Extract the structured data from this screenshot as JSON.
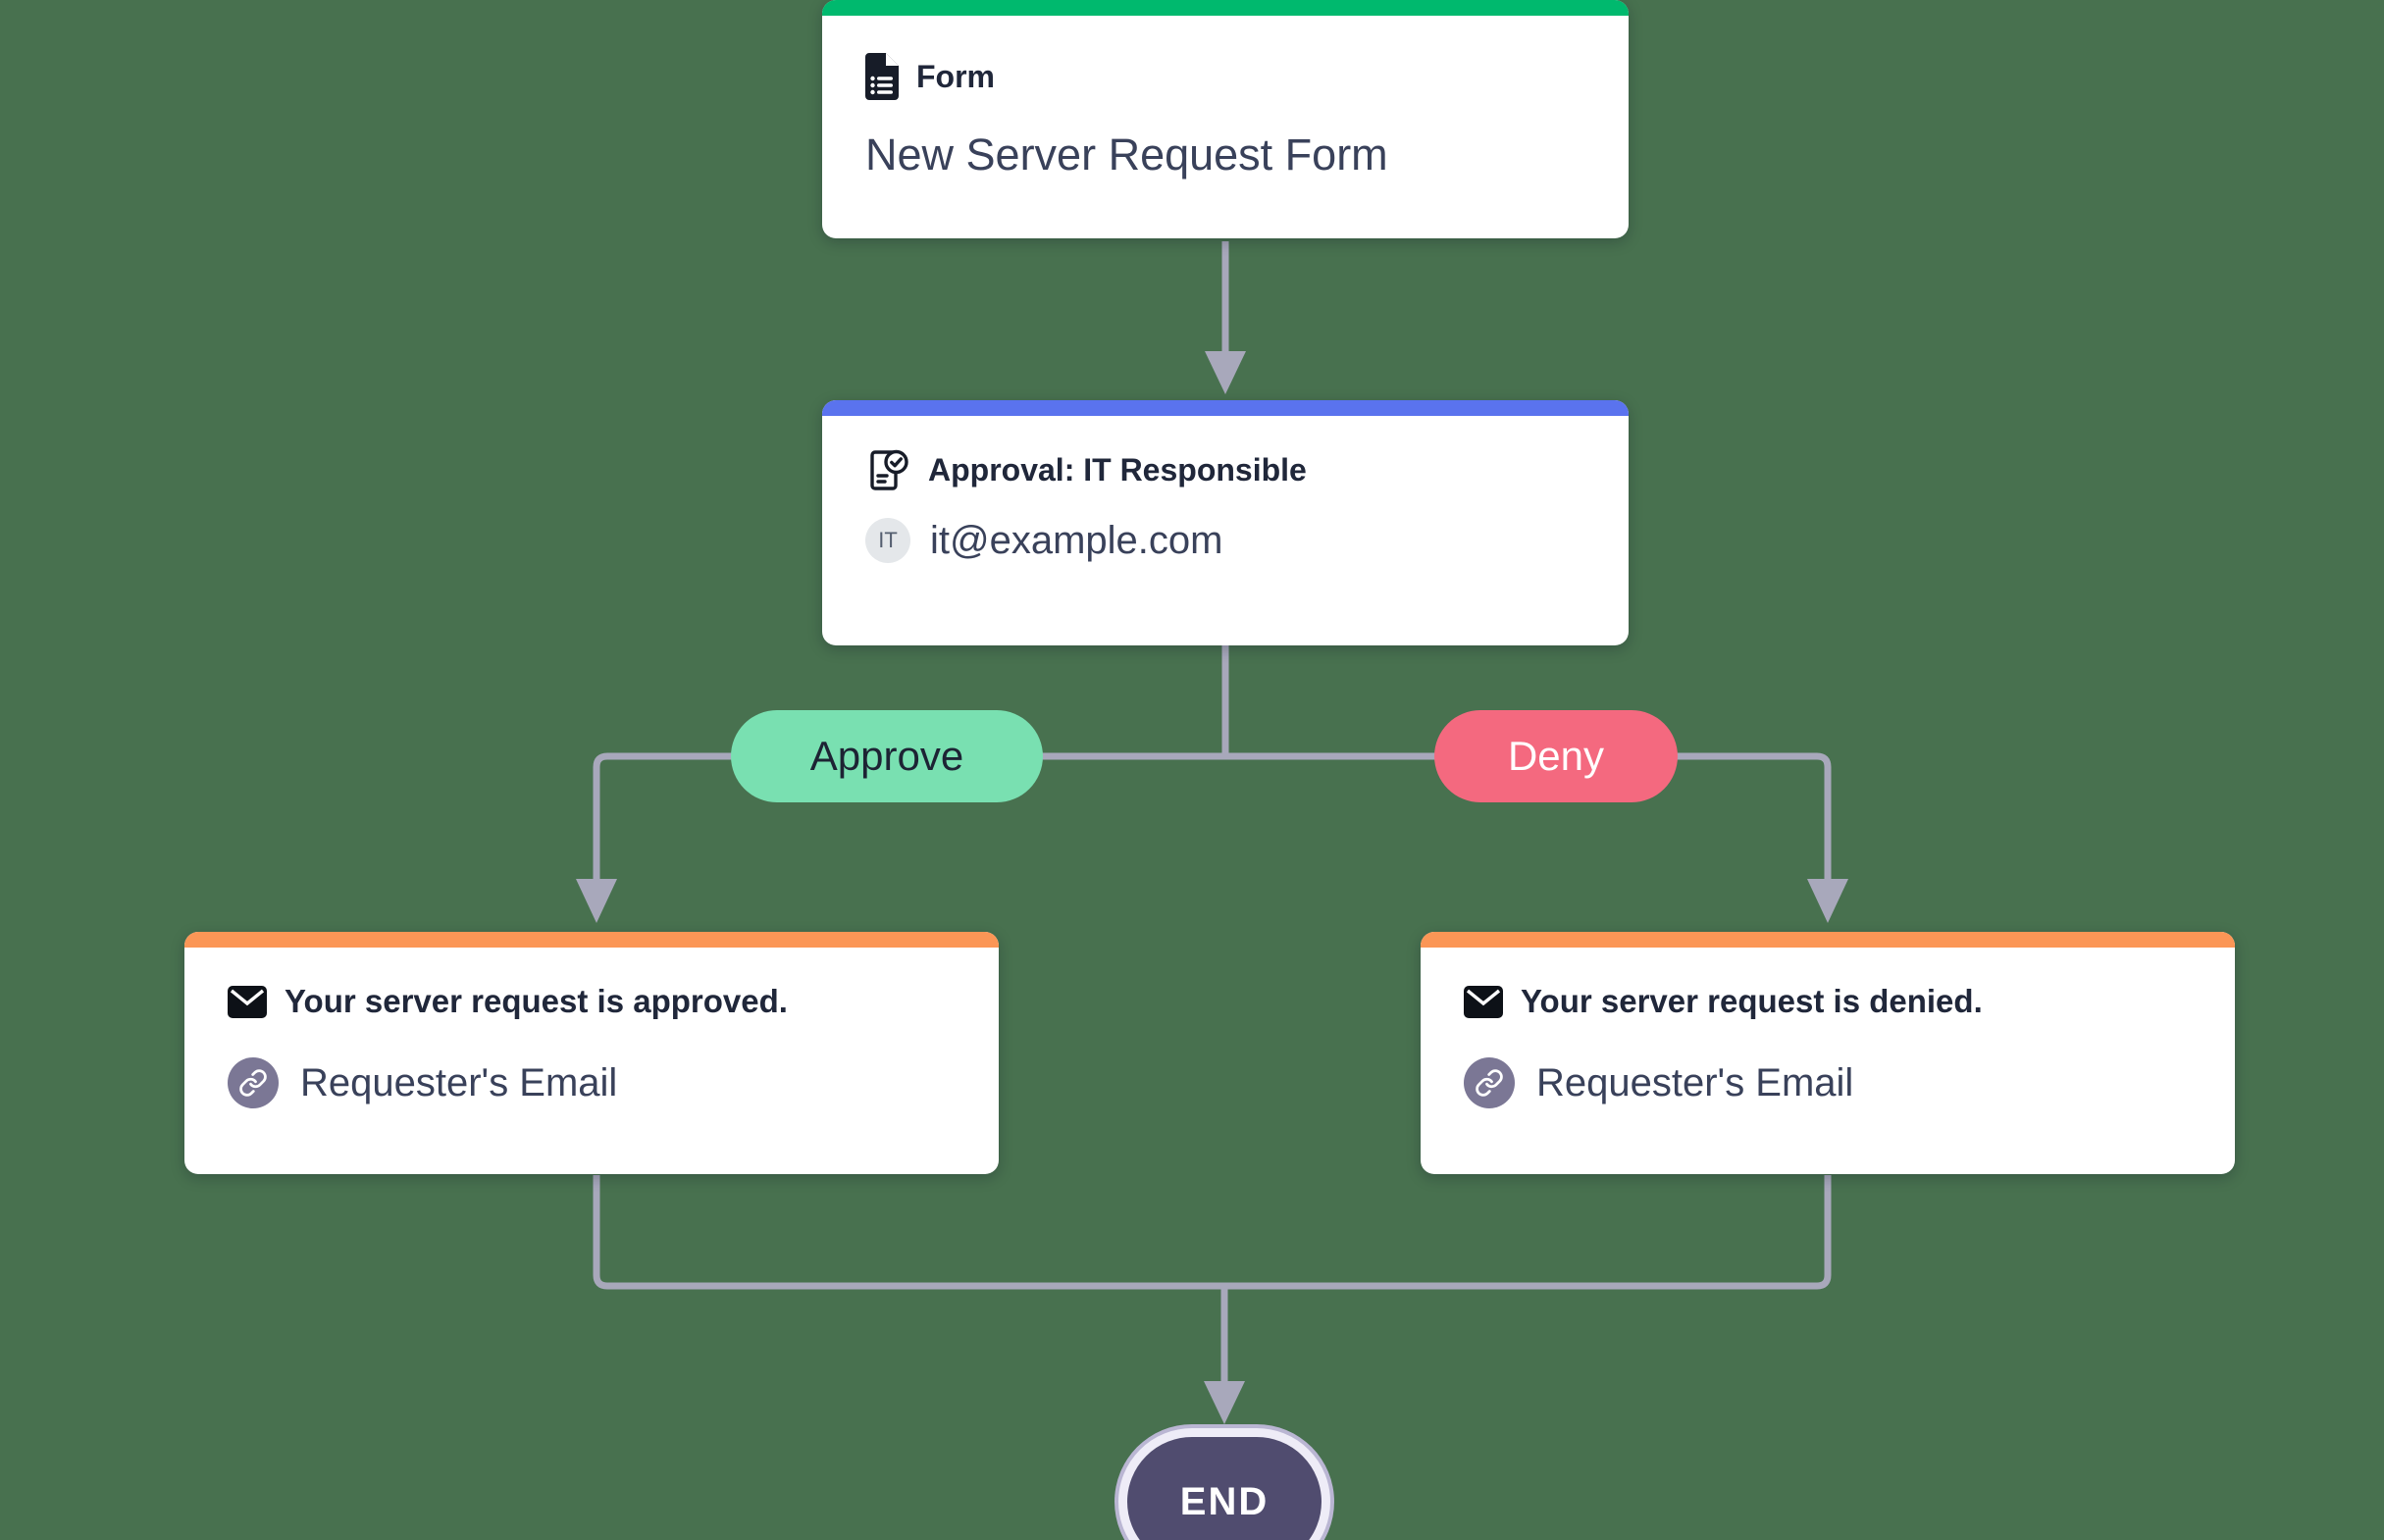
{
  "colors": {
    "background": "#48714f",
    "connector": "#a8a8bb",
    "form_accent": "#00b96e",
    "approval_accent": "#5a73ee",
    "email_accent": "#fb9656",
    "approve_pill": "#79e0b1",
    "approve_text": "#1d2334",
    "deny_pill": "#f4697f",
    "deny_text": "#ffffff",
    "end_fill": "#504c6f",
    "card_title": "#20273a",
    "card_text": "#39415a"
  },
  "nodes": {
    "form": {
      "type_label": "Form",
      "title": "New Server Request Form",
      "icon": "document-icon"
    },
    "approval": {
      "title": "Approval: IT Responsible",
      "avatar_initials": "IT",
      "assignee_email": "it@example.com",
      "icon": "approval-check-icon"
    },
    "email_approved": {
      "title": "Your server request is approved.",
      "recipient": "Requester's Email",
      "icon": "mail-icon"
    },
    "email_denied": {
      "title": "Your server request is denied.",
      "recipient": "Requester's Email",
      "icon": "mail-icon"
    },
    "end": {
      "label": "END"
    }
  },
  "branches": {
    "approve_label": "Approve",
    "deny_label": "Deny"
  }
}
